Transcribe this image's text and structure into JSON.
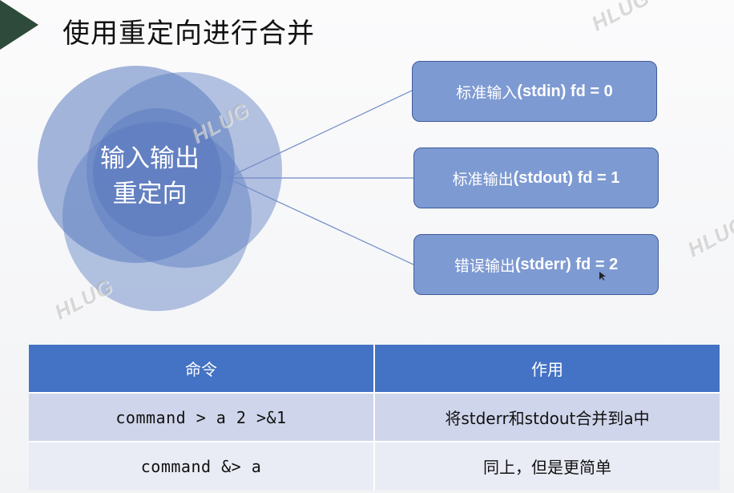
{
  "slide": {
    "title": "使用重定向进行合并",
    "accent_color": "#2e4a3a"
  },
  "diagram": {
    "center_line1": "输入输出",
    "center_line2": "重定向",
    "circle_color": "#5b7cc0",
    "boxes": [
      {
        "cn": "标准输入",
        "en": "(stdin) fd = 0"
      },
      {
        "cn": "标准输出",
        "en": "(stdout) fd = 1"
      },
      {
        "cn": "错误输出",
        "en": "(stderr) fd = 2"
      }
    ]
  },
  "watermark": "HLUG",
  "table": {
    "headers": [
      "命令",
      "作用"
    ],
    "rows": [
      {
        "command": "command > a 2 >&1",
        "effect": "将stderr和stdout合并到a中"
      },
      {
        "command": "command &> a",
        "effect": "同上，但是更简单"
      }
    ]
  }
}
